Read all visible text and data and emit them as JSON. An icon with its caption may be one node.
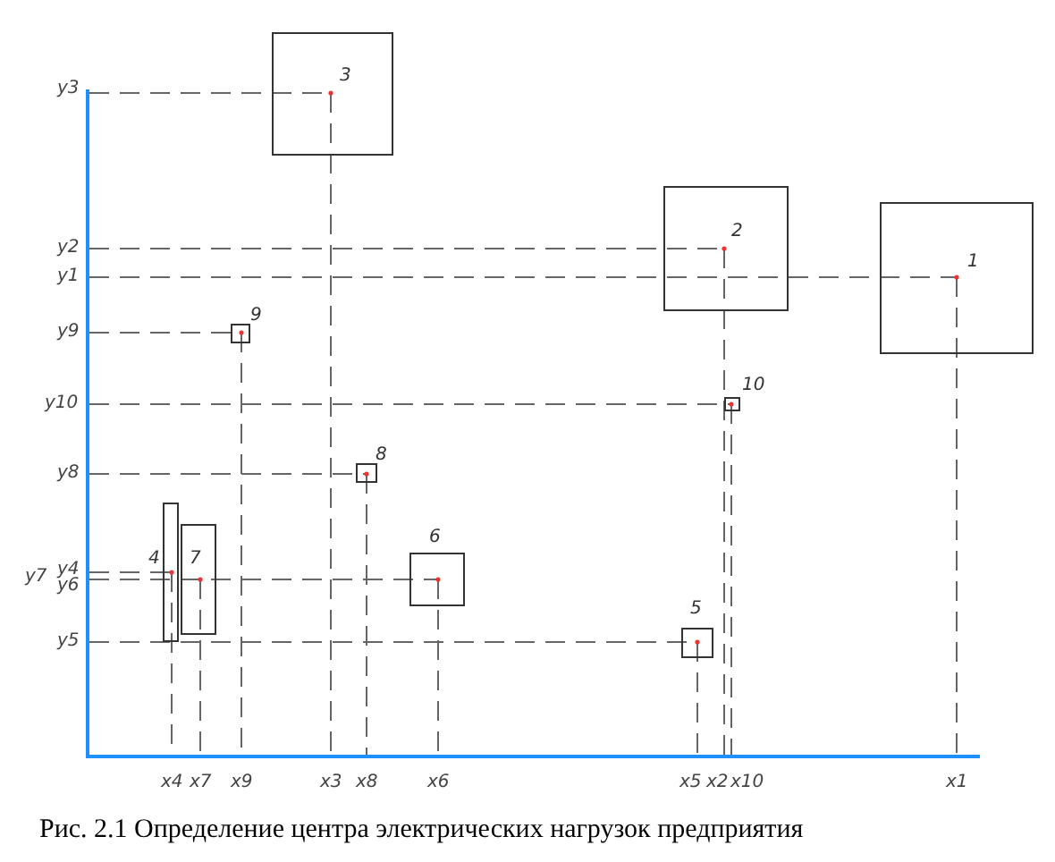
{
  "diagram": {
    "caption": "Рис. 2.1 Определение центра электрических нагрузок предприятия",
    "nodes": [
      {
        "text": [
          "1"
        ]
      },
      {
        "text": [
          "2"
        ]
      },
      {
        "text": [
          "3"
        ]
      },
      {
        "text": [
          "4"
        ]
      },
      {
        "text": [
          "5"
        ]
      },
      {
        "text": [
          "6"
        ]
      },
      {
        "text": [
          "7"
        ]
      },
      {
        "text": [
          "8"
        ]
      },
      {
        "text": [
          "9"
        ]
      },
      {
        "text": [
          "10"
        ]
      }
    ],
    "edges": [],
    "labels": [
      "y3",
      "y2",
      "y1",
      "y9",
      "y10",
      "y8",
      "y7",
      "y4",
      "y6",
      "y5",
      "x4",
      "x7",
      "x9",
      "x3",
      "x8",
      "x6",
      "x5",
      "x2",
      "x10",
      "x1"
    ]
  }
}
